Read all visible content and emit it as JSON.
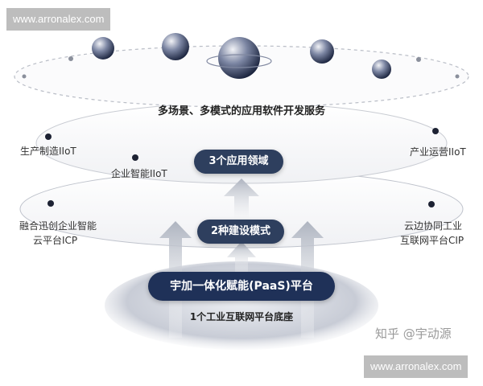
{
  "watermarks": {
    "top": "www.arronalex.com",
    "bottom": "www.arronalex.com"
  },
  "top_layer": {
    "title": "多场景、多模式的应用软件开发服务"
  },
  "domains": {
    "pill": "3个应用领域",
    "left": "生产制造IIoT",
    "middle": "企业智能IIoT",
    "right": "产业运营IIoT"
  },
  "modes": {
    "pill": "2种建设模式",
    "left_line1": "融合迅创企业智能",
    "left_line2": "云平台ICP",
    "right_line1": "云边协同工业",
    "right_line2": "互联网平台CIP"
  },
  "base": {
    "pill": "宇加一体化赋能(PaaS)平台",
    "label": "1个工业互联网平台底座"
  },
  "credit": "知乎 @宇动源",
  "colors": {
    "pill": "#2e3f5e",
    "planet_dark": "#1f2a44",
    "arrow": "#c8ccd4"
  },
  "icons": [
    "planet-icon",
    "dot-icon",
    "up-arrow-icon"
  ]
}
